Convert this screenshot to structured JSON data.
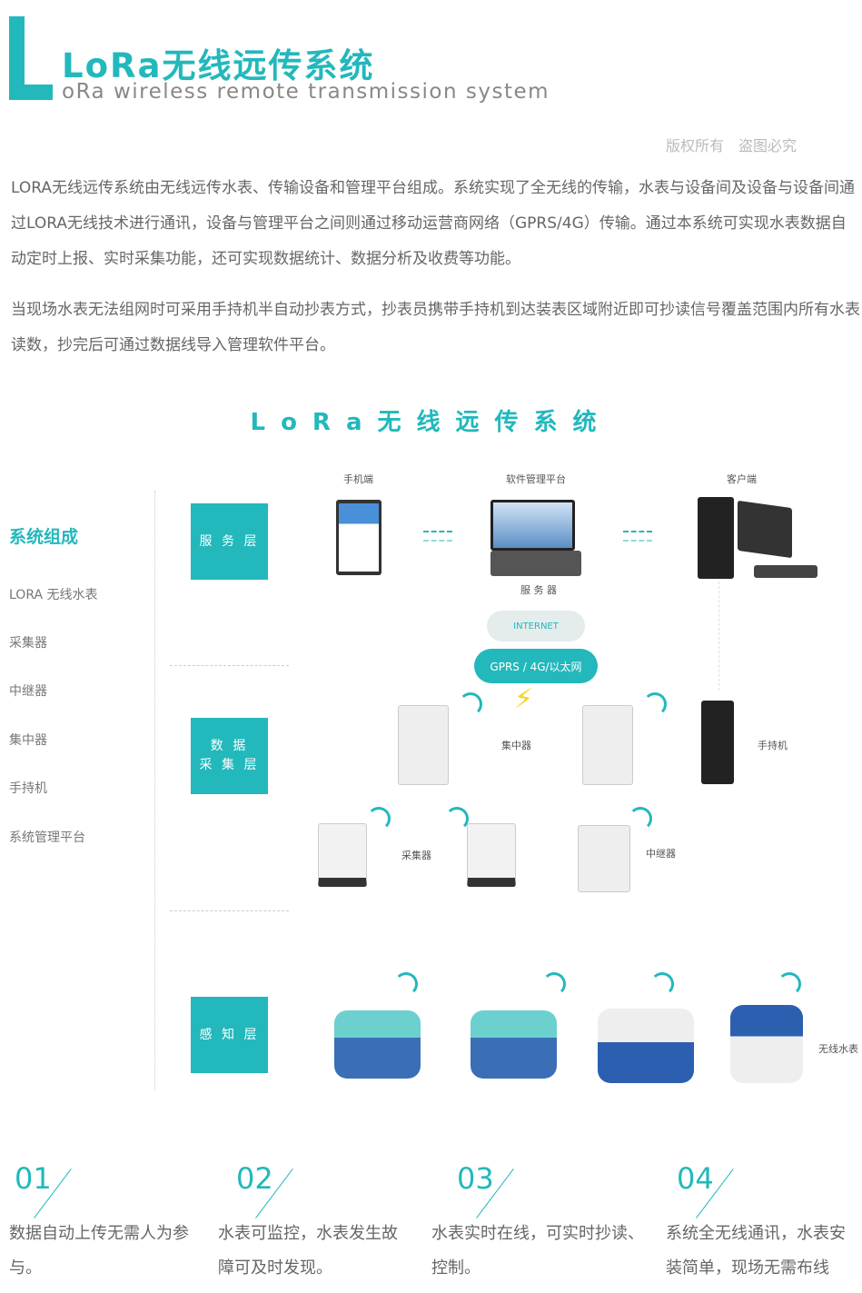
{
  "header": {
    "title": "LoRa无线远传系统",
    "subtitle": "oRa wireless remote transmission system",
    "copyright": "版权所有　盗图必究"
  },
  "intro": {
    "p1": "LORA无线远传系统由无线远传水表、传输设备和管理平台组成。系统实现了全无线的传输，水表与设备间及设备与设备间通过LORA无线技术进行通讯，设备与管理平台之间则通过移动运营商网络（GPRS/4G）传输。通过本系统可实现水表数据自动定时上报、实时采集功能，还可实现数据统计、数据分析及收费等功能。",
    "p2": "当现场水表无法组网时可采用手持机半自动抄表方式，抄表员携带手持机到达装表区域附近即可抄读信号覆盖范围内所有水表读数，抄完后可通过数据线导入管理软件平台。"
  },
  "diagram": {
    "title": "LoRa无线远传系统",
    "sidebar": {
      "heading": "系统组成",
      "items": [
        "LORA 无线水表",
        "采集器",
        "中继器",
        "集中器",
        "手持机",
        "系统管理平台"
      ]
    },
    "layers": [
      "服 务 层",
      "数 据\n采 集 层",
      "感 知 层"
    ],
    "labels": {
      "phone": "手机端",
      "platform": "软件管理平台",
      "client": "客户端",
      "server": "服 务 器",
      "internet": "INTERNET",
      "gprs": "GPRS / 4G/以太网",
      "concentrator": "集中器",
      "handheld": "手持机",
      "collector": "采集器",
      "repeater": "中继器",
      "meter": "无线水表"
    },
    "accent": "#22b8bc"
  },
  "features": [
    {
      "num": "01",
      "text": "数据自动上传无需人为参与。"
    },
    {
      "num": "02",
      "text": "水表可监控，水表发生故障可及时发现。"
    },
    {
      "num": "03",
      "text": "水表实时在线，可实时抄读、控制。"
    },
    {
      "num": "04",
      "text": "系统全无线通讯，水表安装简单，现场无需布线"
    }
  ]
}
